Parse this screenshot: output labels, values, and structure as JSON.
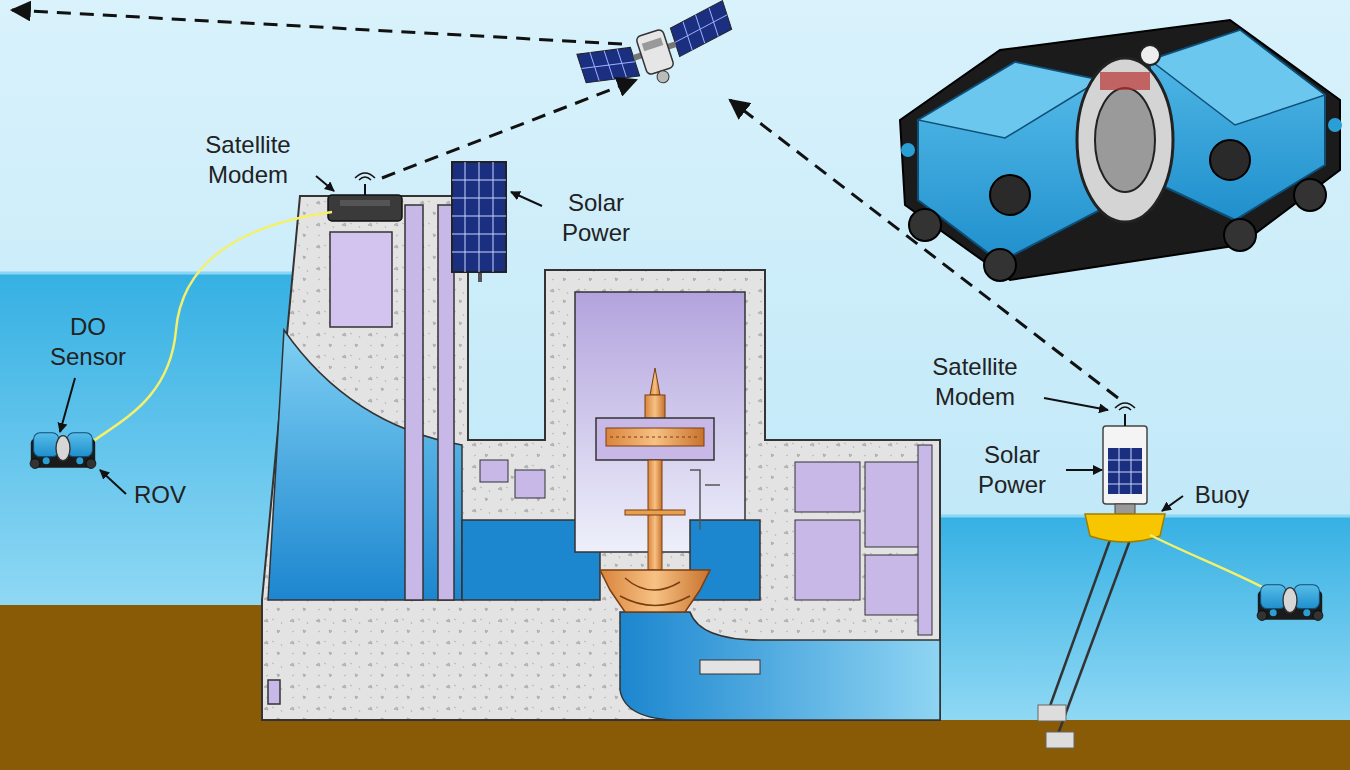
{
  "diagram": {
    "labels": [
      "Satellite Modem",
      "Solar Power",
      "DO Sensor",
      "ROV",
      "Satellite Modem",
      "Solar Power",
      "Buoy"
    ]
  }
}
